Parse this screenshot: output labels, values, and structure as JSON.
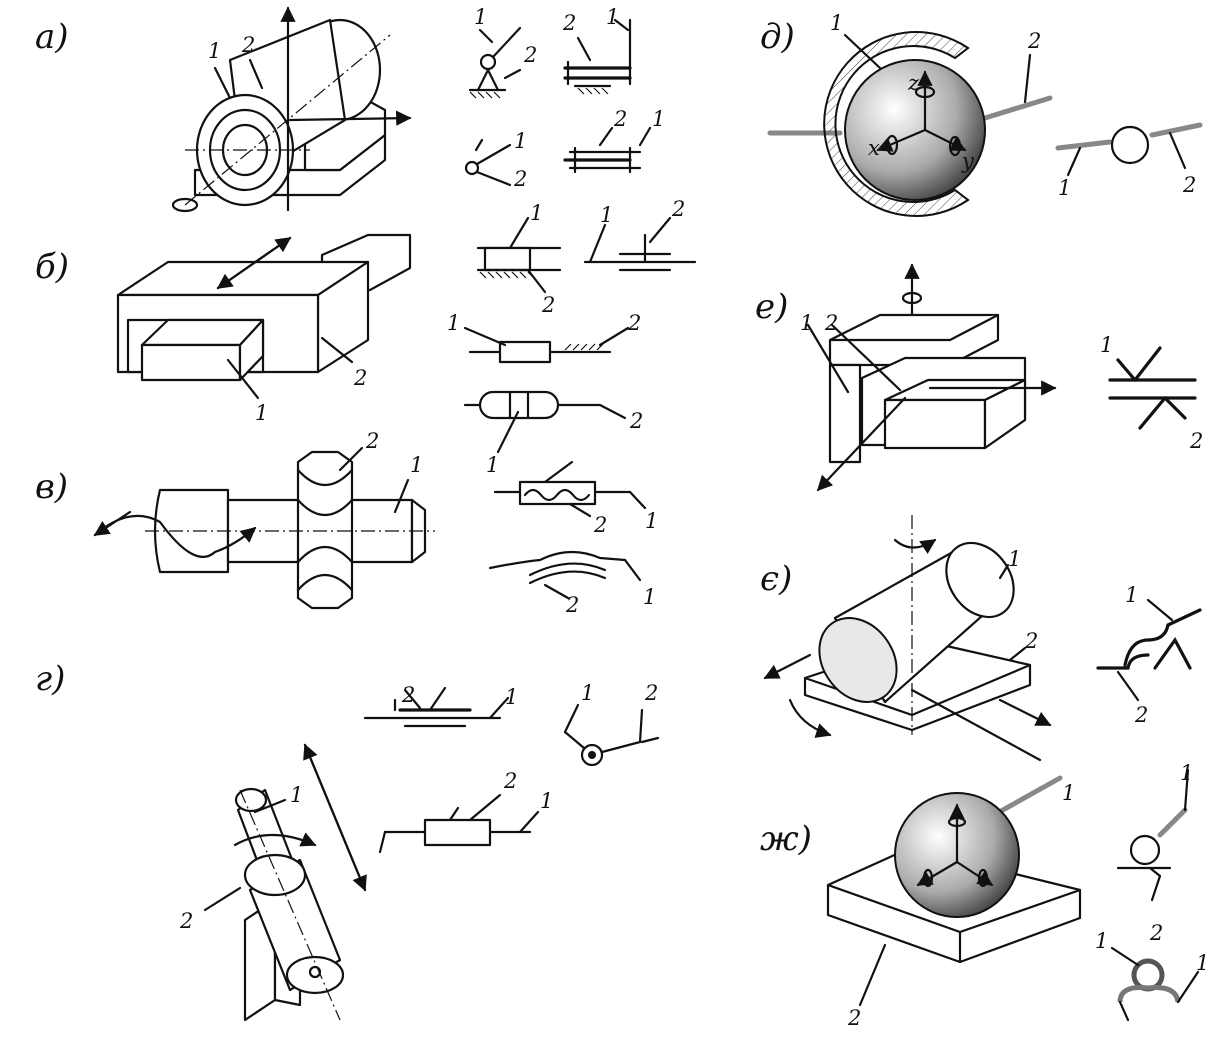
{
  "sections": {
    "a": "а)",
    "b": "б)",
    "v": "в)",
    "g": "г)",
    "d": "д)",
    "e": "е)",
    "ye": "є)",
    "zh": "ж)"
  },
  "labels": {
    "one": "1",
    "two": "2"
  },
  "axes": {
    "x": "x",
    "y": "y",
    "z": "z"
  }
}
